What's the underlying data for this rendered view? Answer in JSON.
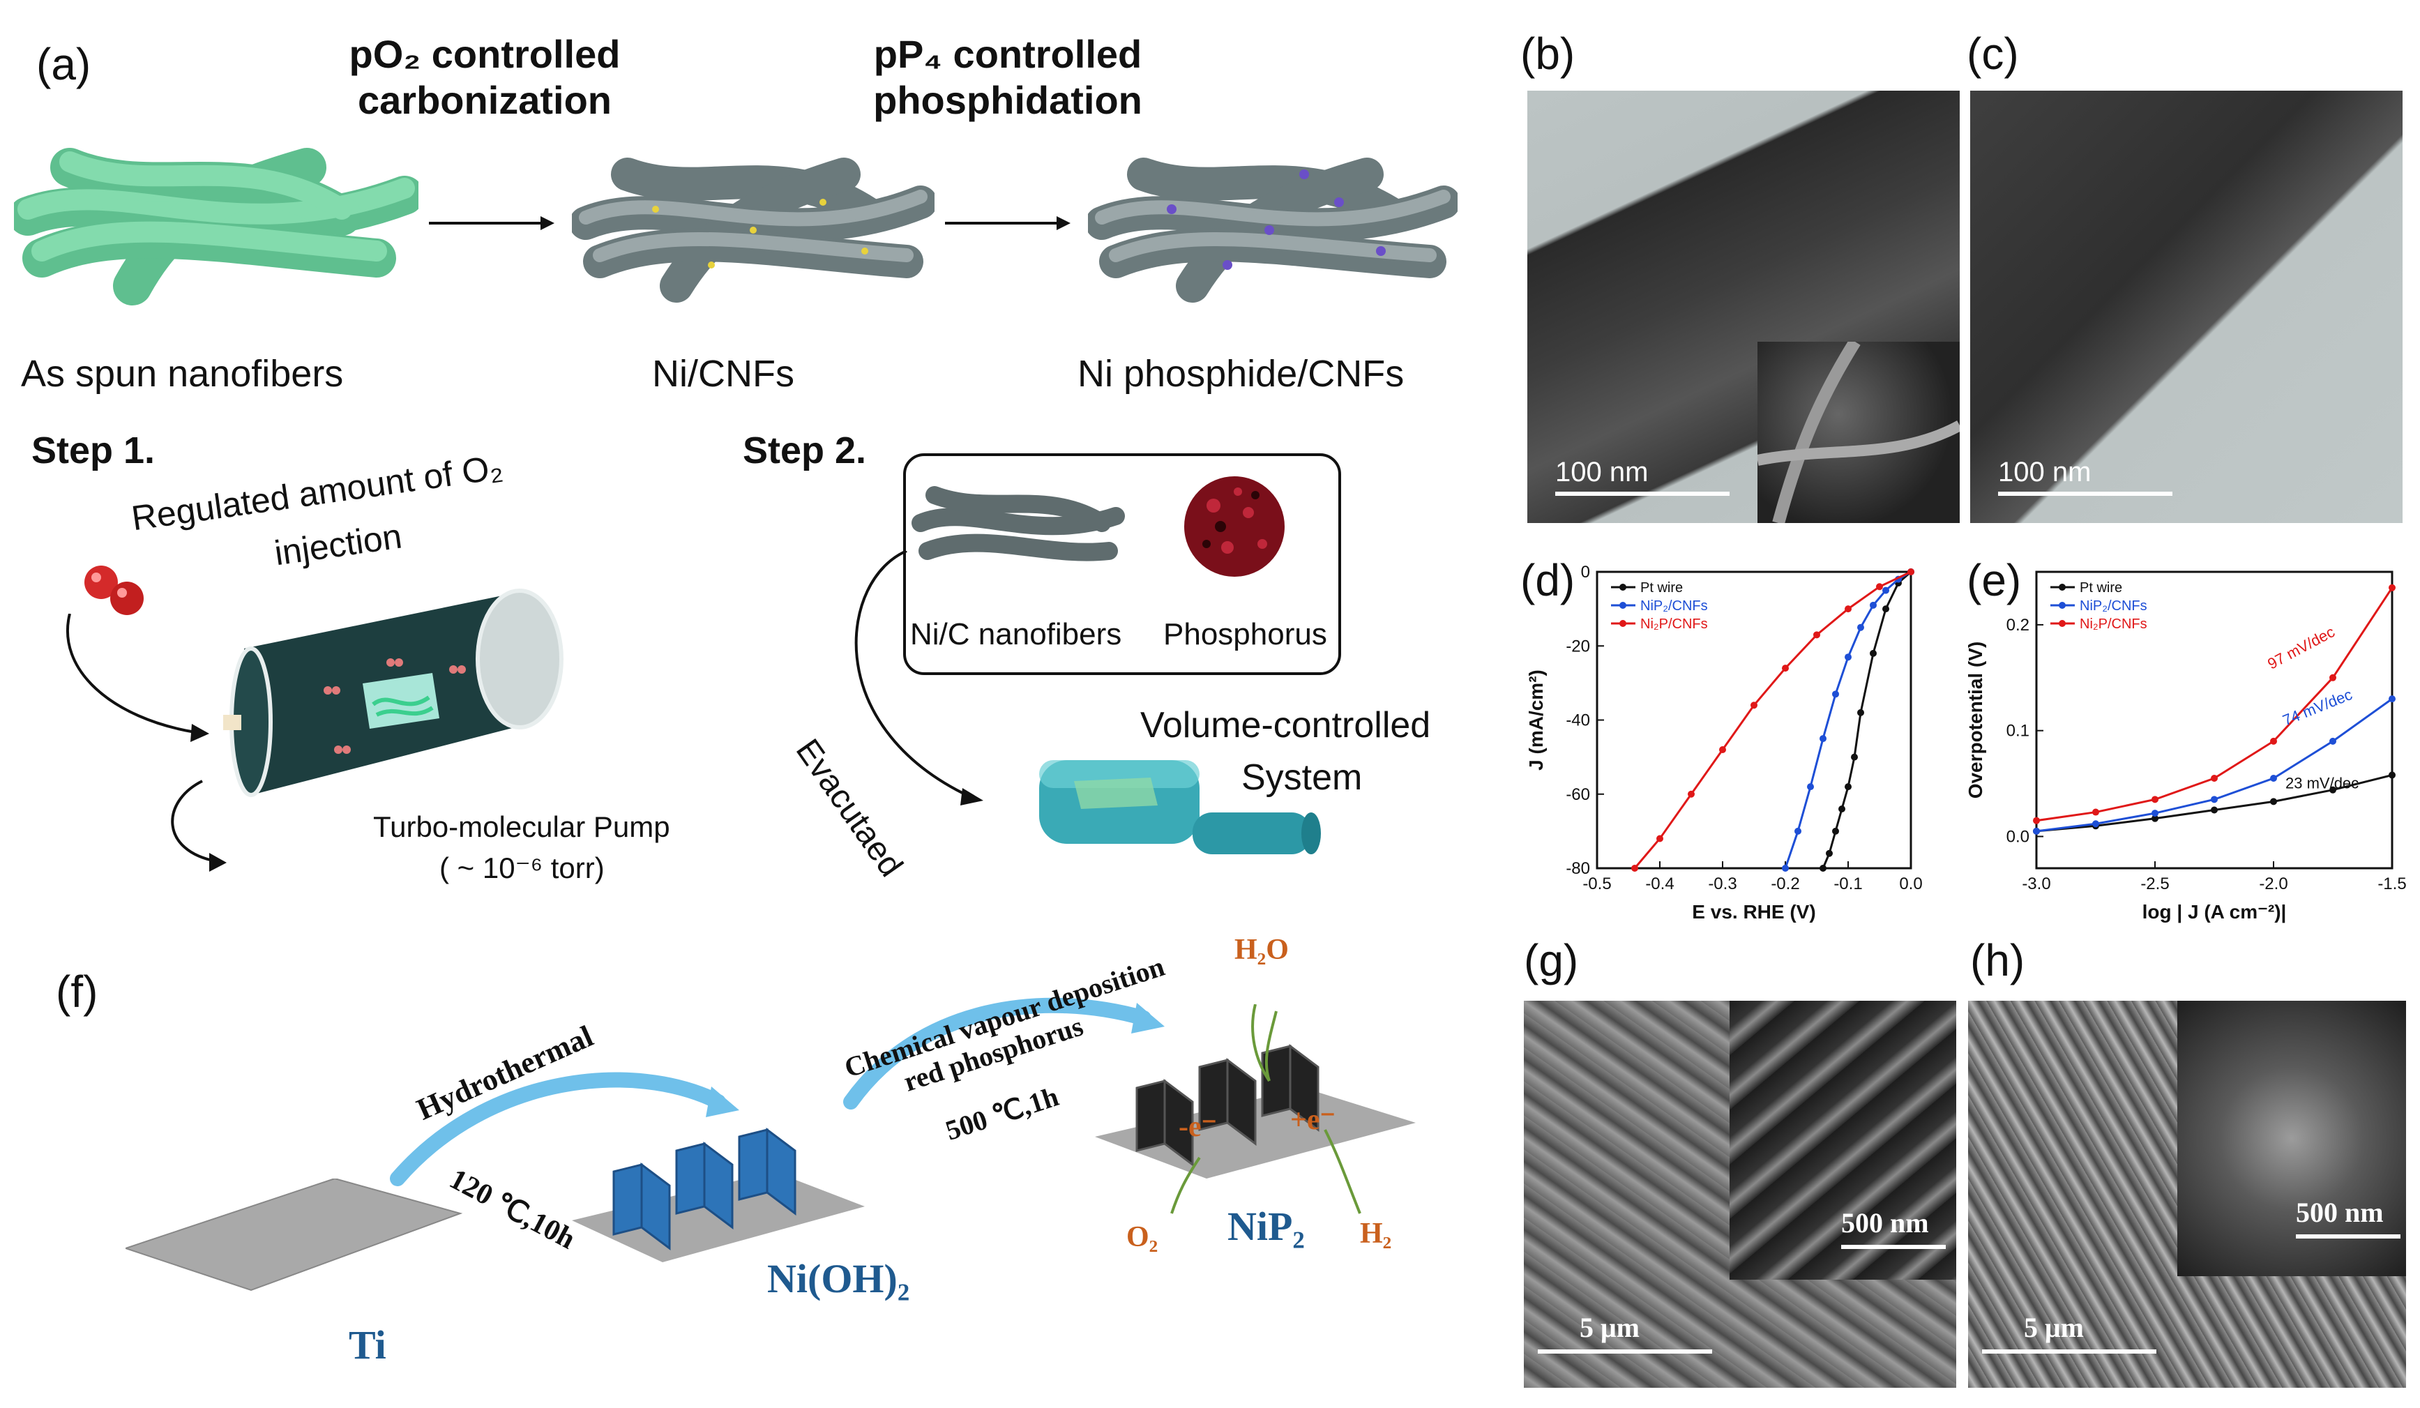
{
  "panels": {
    "a": {
      "label": "(a)",
      "step1_title": "pO₂ controlled carbonization",
      "step2_title": "pP₄ controlled phosphidation",
      "stage1": "As spun nanofibers",
      "stage2": "Ni/CNFs",
      "stage3": "Ni phosphide/CNFs",
      "step1": "Step 1.",
      "step2": "Step 2.",
      "oxygen_note": "Regulated  amount of O₂",
      "injection": "injection",
      "pump": "Turbo-molecular  Pump",
      "pressure": "( ~ 10⁻⁶ torr)",
      "nanofibers": "Ni/C nanofibers",
      "phosphorus": "Phosphorus",
      "evacuated": "Evacutaed",
      "volume1": "Volume-controlled",
      "volume2": "System"
    },
    "b": {
      "label": "(b)",
      "scale": "100  nm"
    },
    "c": {
      "label": "(c)",
      "scale": "100  nm"
    },
    "d": {
      "label": "(d)"
    },
    "e": {
      "label": "(e)"
    },
    "f": {
      "label": "(f)",
      "hydrothermal": "Hydrothermal",
      "cond1": "120 ℃,10h",
      "cvd": "Chemical vapour deposition",
      "red_p": "red phosphorus",
      "cond2": "500 ℃,1h",
      "ti": "Ti",
      "nioh": "Ni(OH)₂",
      "nip2": "NiP₂",
      "h2o": "H₂O",
      "o2": "O₂",
      "h2": "H₂",
      "eminus": "-e⁻",
      "eplus": "+e⁻"
    },
    "g": {
      "label": "(g)",
      "scale_main": "5 μm",
      "scale_inset": "500 nm"
    },
    "h": {
      "label": "(h)",
      "scale_main": "5 μm",
      "scale_inset": "500 nm"
    }
  },
  "chart_data": [
    {
      "panel": "d",
      "type": "line",
      "xlabel": "E vs. RHE (V)",
      "ylabel": "J (mA/cm²)",
      "xlim": [
        -0.5,
        0.0
      ],
      "ylim": [
        -80,
        0
      ],
      "xticks": [
        "-0.5",
        "-0.4",
        "-0.3",
        "-0.2",
        "-0.1",
        "0.0"
      ],
      "yticks": [
        "-80",
        "-60",
        "-40",
        "-20",
        "0"
      ],
      "legend_position": "top-left",
      "series": [
        {
          "name": "Pt wire",
          "color": "#111111",
          "x": [
            0.0,
            -0.02,
            -0.04,
            -0.06,
            -0.08,
            -0.09,
            -0.1,
            -0.11,
            -0.12,
            -0.13,
            -0.14
          ],
          "y": [
            0,
            -3,
            -10,
            -22,
            -38,
            -50,
            -58,
            -64,
            -70,
            -76,
            -80
          ]
        },
        {
          "name": "NiP₂/CNFs",
          "color": "#1e4fd6",
          "x": [
            0.0,
            -0.02,
            -0.04,
            -0.06,
            -0.08,
            -0.1,
            -0.12,
            -0.14,
            -0.16,
            -0.18,
            -0.2
          ],
          "y": [
            0,
            -2,
            -5,
            -9,
            -15,
            -23,
            -33,
            -45,
            -58,
            -70,
            -80
          ]
        },
        {
          "name": "Ni₂P/CNFs",
          "color": "#e01818",
          "x": [
            0.0,
            -0.05,
            -0.1,
            -0.15,
            -0.2,
            -0.25,
            -0.3,
            -0.35,
            -0.4,
            -0.44
          ],
          "y": [
            0,
            -4,
            -10,
            -17,
            -26,
            -36,
            -48,
            -60,
            -72,
            -80
          ]
        }
      ]
    },
    {
      "panel": "e",
      "type": "line",
      "xlabel": "log | J (A cm⁻²)|",
      "ylabel": "Overpotential (V)",
      "xlim": [
        -3.0,
        -1.5
      ],
      "ylim": [
        -0.03,
        0.25
      ],
      "xticks": [
        "-3.0",
        "-2.5",
        "-2.0",
        "-1.5"
      ],
      "yticks": [
        "0.0",
        "0.1",
        "0.2"
      ],
      "legend_position": "top-left",
      "annotations": [
        "97 mV/dec",
        "74 mV/dec",
        "23 mV/dec"
      ],
      "series": [
        {
          "name": "Pt wire",
          "color": "#111111",
          "x": [
            -3.0,
            -2.75,
            -2.5,
            -2.25,
            -2.0,
            -1.75,
            -1.5
          ],
          "y": [
            0.005,
            0.01,
            0.017,
            0.025,
            0.033,
            0.044,
            0.058
          ]
        },
        {
          "name": "NiP₂/CNFs",
          "color": "#1e4fd6",
          "x": [
            -3.0,
            -2.75,
            -2.5,
            -2.25,
            -2.0,
            -1.75,
            -1.5
          ],
          "y": [
            0.005,
            0.012,
            0.022,
            0.035,
            0.055,
            0.09,
            0.13
          ]
        },
        {
          "name": "Ni₂P/CNFs",
          "color": "#e01818",
          "x": [
            -3.0,
            -2.75,
            -2.5,
            -2.25,
            -2.0,
            -1.75,
            -1.5
          ],
          "y": [
            0.015,
            0.023,
            0.035,
            0.055,
            0.09,
            0.15,
            0.235
          ]
        }
      ]
    }
  ]
}
